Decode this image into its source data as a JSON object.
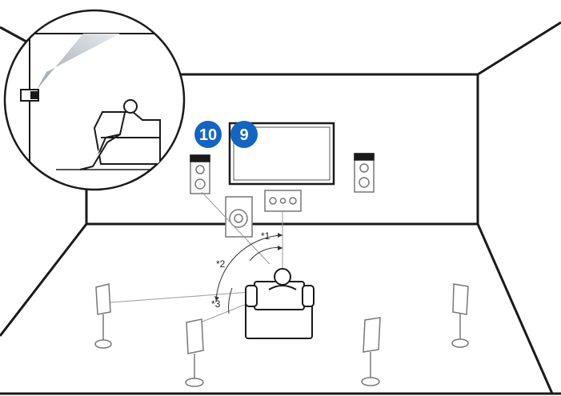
{
  "badges": {
    "badge_10": "10",
    "badge_9": "9"
  },
  "angle_labels": {
    "a1": "*1",
    "a2": "*2",
    "a3": "*3"
  },
  "colors": {
    "line": "#1a1a1a",
    "speaker_outline": "#777777",
    "badge_fill": "#1565c0",
    "beam": "#c8cdd2"
  },
  "icons": [
    "projector-icon",
    "listener-icon",
    "armchair-icon",
    "speaker-icon",
    "subwoofer-icon",
    "tv-icon"
  ]
}
